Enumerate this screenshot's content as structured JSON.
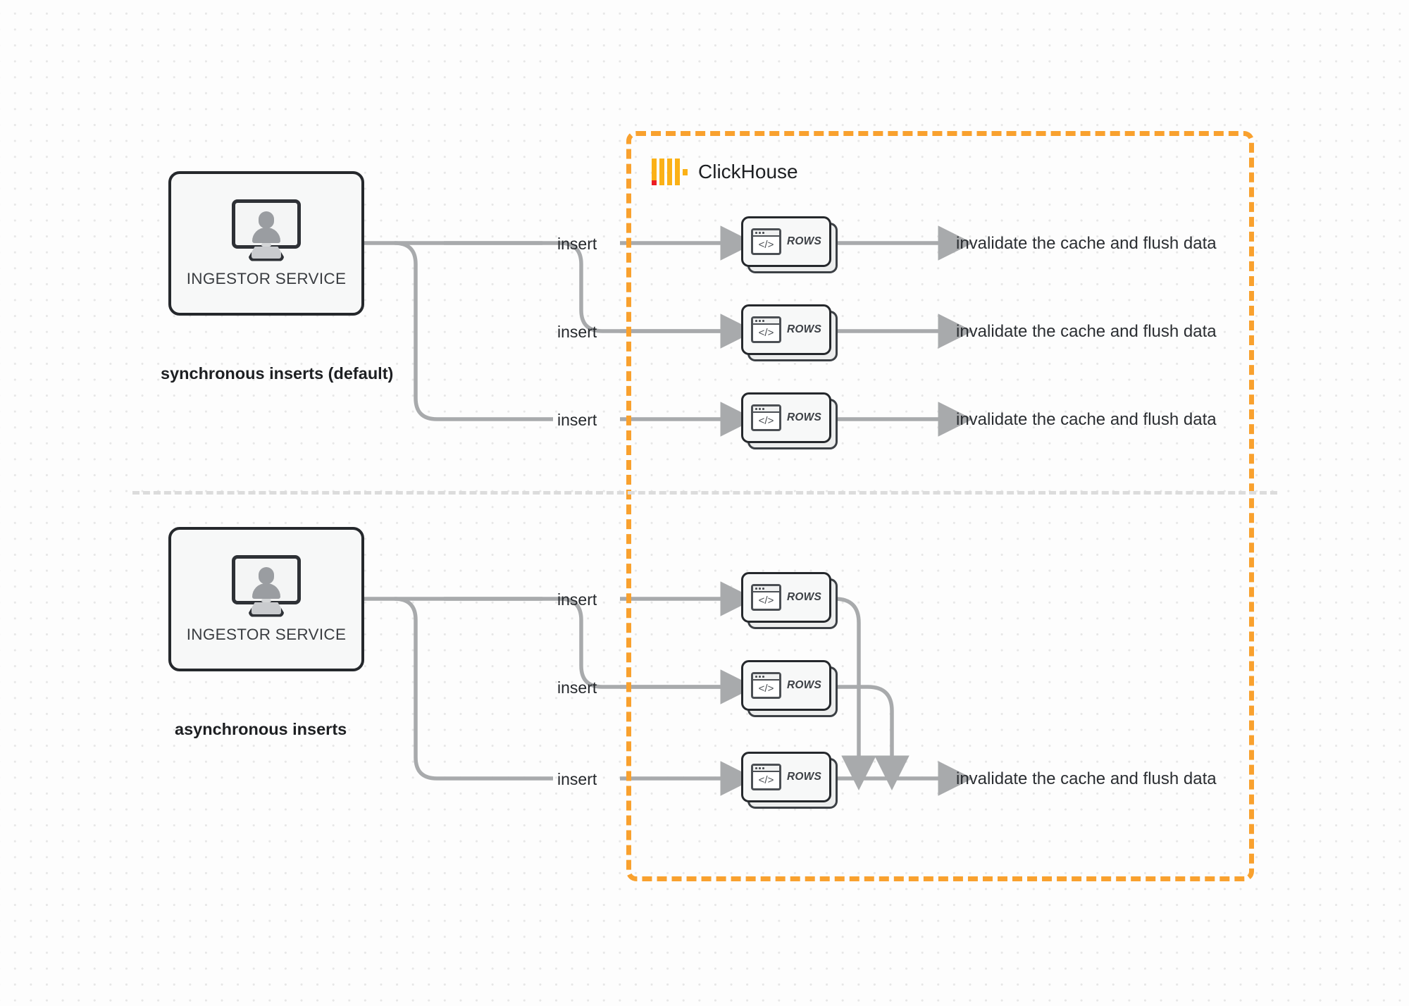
{
  "diagram": {
    "title": "ClickHouse synchronous vs asynchronous inserts",
    "background": "#fdfdfd",
    "dot_color": "#e7e7e7"
  },
  "boundary": {
    "name": "ClickHouse",
    "border_color": "#f9a12e",
    "logo": {
      "icon": "clickhouse-logo",
      "bar_color": "#fbb116",
      "accent_color": "#ec1c24"
    }
  },
  "sections": [
    {
      "id": "synchronous",
      "caption": "synchronous inserts (default)",
      "node": {
        "label": "INGESTOR SERVICE",
        "icon": "monitor-user-icon"
      },
      "edges": [
        {
          "label": "insert"
        },
        {
          "label": "insert"
        },
        {
          "label": "insert"
        }
      ],
      "cards": [
        {
          "label": "ROWS",
          "icon": "code-window-icon"
        },
        {
          "label": "ROWS",
          "icon": "code-window-icon"
        },
        {
          "label": "ROWS",
          "icon": "code-window-icon"
        }
      ],
      "outputs": [
        {
          "label": "invalidate the cache and flush data"
        },
        {
          "label": "invalidate the cache and flush data"
        },
        {
          "label": "invalidate the cache and flush data"
        }
      ]
    },
    {
      "id": "asynchronous",
      "caption": "asynchronous inserts",
      "node": {
        "label": "INGESTOR SERVICE",
        "icon": "monitor-user-icon"
      },
      "edges": [
        {
          "label": "insert"
        },
        {
          "label": "insert"
        },
        {
          "label": "insert"
        }
      ],
      "cards": [
        {
          "label": "ROWS",
          "icon": "code-window-icon"
        },
        {
          "label": "ROWS",
          "icon": "code-window-icon"
        },
        {
          "label": "ROWS",
          "icon": "code-window-icon"
        }
      ],
      "outputs": [
        {
          "label": "invalidate the cache and flush data"
        }
      ]
    }
  ],
  "colors": {
    "wire": "#a8aaac",
    "node_border": "#25282c",
    "text": "#25282c",
    "divider": "#dcdcdc"
  }
}
